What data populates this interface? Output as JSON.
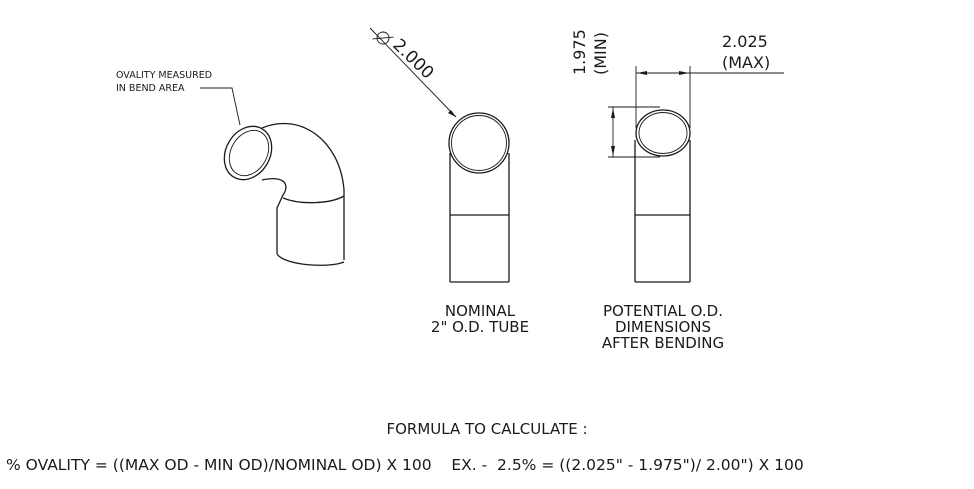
{
  "callout": {
    "line1": "OVALITY MEASURED",
    "line2": "IN BEND AREA"
  },
  "diameter_label": "2.000",
  "min_dim": {
    "value": "1.975",
    "tag": "(MIN)"
  },
  "max_dim": {
    "value": "2.025",
    "tag": "(MAX)"
  },
  "nominal_caption": {
    "line1": "NOMINAL",
    "line2": "2\" O.D. TUBE"
  },
  "potential_caption": {
    "line1": "POTENTIAL O.D.",
    "line2": "DIMENSIONS",
    "line3": "AFTER BENDING"
  },
  "formula_title": "FORMULA TO CALCULATE :",
  "formula": "% OVALITY = ((MAX OD - MIN OD)/NOMINAL OD) X 100",
  "example": "EX. -  2.5% = ((2.025\" - 1.975\")/ 2.00\") X 100"
}
